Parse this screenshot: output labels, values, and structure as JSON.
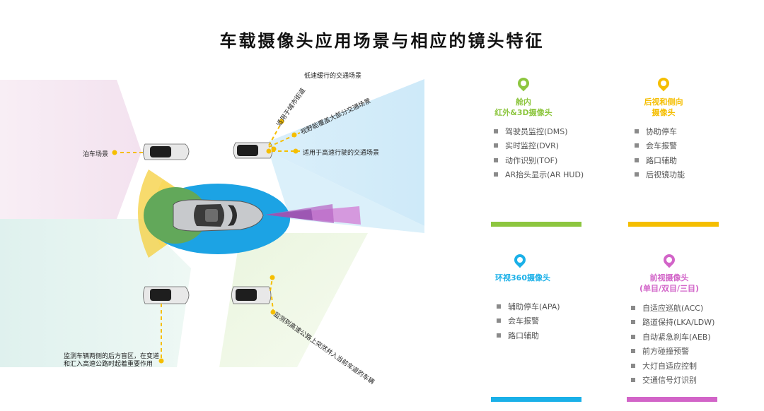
{
  "title": "车载摄像头应用场景与相应的镜头特征",
  "diagram_labels": {
    "low_speed": "低速缓行的交通场景",
    "city_road": "适用于城市街道",
    "wide_view": "视野能覆盖大部分交通场景",
    "highway": "适用于高速行驶的交通场景",
    "parking": "泊车场景",
    "blind_spot_line1": "监测车辆两侧的后方盲区，在变道",
    "blind_spot_line2": "和汇入高速公路时起着重要作用",
    "cut_in": "监测到高速公路上突然并入当前车道的车辆"
  },
  "cards": [
    {
      "title_lines": [
        "舱内",
        "红外&3D摄像头"
      ],
      "color": "#8dc63f",
      "items": [
        "驾驶员监控(DMS)",
        "实时监控(DVR)",
        "动作识别(TOF)",
        "AR抬头显示(AR HUD)"
      ]
    },
    {
      "title_lines": [
        "后视和侧向",
        "摄像头"
      ],
      "color": "#f5be00",
      "items": [
        "协助停车",
        "会车报警",
        "路口辅助",
        "后视镜功能"
      ]
    },
    {
      "title_lines": [
        "环视360摄像头"
      ],
      "color": "#1ab0e8",
      "items": [
        "辅助停车(APA)",
        "会车报警",
        "路口辅助"
      ]
    },
    {
      "title_lines": [
        "前视摄像头",
        "(单目/双目/三目)"
      ],
      "color": "#d264c8",
      "items": [
        "自适应巡航(ACC)",
        "路道保持(LKA/LDW)",
        "自动紧急刹车(AEB)",
        "前方碰撞预警",
        "大灯自适应控制",
        "交通信号灯识别"
      ]
    }
  ]
}
